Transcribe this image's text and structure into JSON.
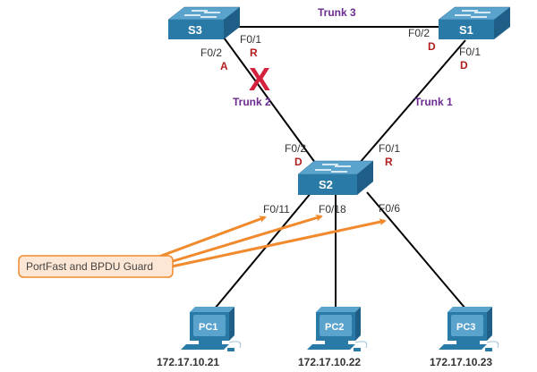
{
  "switches": {
    "s1": {
      "label": "S1"
    },
    "s2": {
      "label": "S2"
    },
    "s3": {
      "label": "S3"
    }
  },
  "links": {
    "trunk1": {
      "label": "Trunk 1"
    },
    "trunk2": {
      "label": "Trunk 2",
      "blocked_marker": "X"
    },
    "trunk3": {
      "label": "Trunk 3"
    }
  },
  "ports": {
    "s3_f01": {
      "name": "F0/1",
      "role": "R"
    },
    "s3_f02": {
      "name": "F0/2",
      "role": "A"
    },
    "s1_f02": {
      "name": "F0/2",
      "role": "D"
    },
    "s1_f01": {
      "name": "F0/1",
      "role": "D"
    },
    "s2_f02": {
      "name": "F0/2",
      "role": "D"
    },
    "s2_f01": {
      "name": "F0/1",
      "role": "R"
    },
    "s2_f011": {
      "name": "F0/11"
    },
    "s2_f018": {
      "name": "F0/18"
    },
    "s2_f06": {
      "name": "F0/6"
    }
  },
  "pcs": {
    "pc1": {
      "label": "PC1",
      "ip": "172.17.10.21"
    },
    "pc2": {
      "label": "PC2",
      "ip": "172.17.10.22"
    },
    "pc3": {
      "label": "PC3",
      "ip": "172.17.10.23"
    }
  },
  "callout": {
    "text": "PortFast and BPDU Guard"
  },
  "colors": {
    "switch_front": "#2a7aa8",
    "switch_top": "#5aa3cc",
    "role": "#b01e1e",
    "trunk_label": "#6a2c91",
    "blocked_x": "#d4213d",
    "arrow": "#f08a2c",
    "callout_fill": "#fde6d4"
  }
}
